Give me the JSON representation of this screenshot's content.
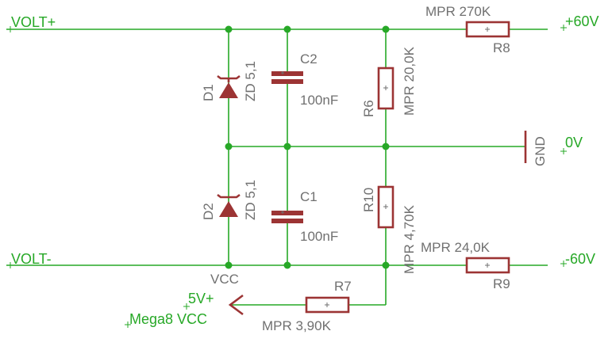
{
  "nets": {
    "volt_plus": "VOLT+",
    "volt_minus": "VOLT-",
    "out_plus60": "+60V",
    "out_0v": "0V",
    "out_minus60": "-60V",
    "out_5v": "5V+",
    "out_mega8": "Mega8 VCC",
    "gnd": "GND",
    "vcc": "VCC"
  },
  "components": {
    "D1": {
      "name": "D1",
      "value": "ZD 5,1"
    },
    "D2": {
      "name": "D2",
      "value": "ZD 5,1"
    },
    "C1": {
      "name": "C1",
      "value": "100nF"
    },
    "C2": {
      "name": "C2",
      "value": "100nF"
    },
    "R6": {
      "name": "R6",
      "value": "MPR 20,0K"
    },
    "R7": {
      "name": "R7",
      "value": "MPR 3,90K"
    },
    "R8": {
      "name": "R8",
      "value": "MPR 270K"
    },
    "R9": {
      "name": "R9",
      "value": "MPR 24,0K"
    },
    "R10": {
      "name": "R10",
      "value": "MPR 4,70K"
    }
  },
  "colors": {
    "wire": "#27a827",
    "part": "#9c3434",
    "label": "#707070"
  }
}
